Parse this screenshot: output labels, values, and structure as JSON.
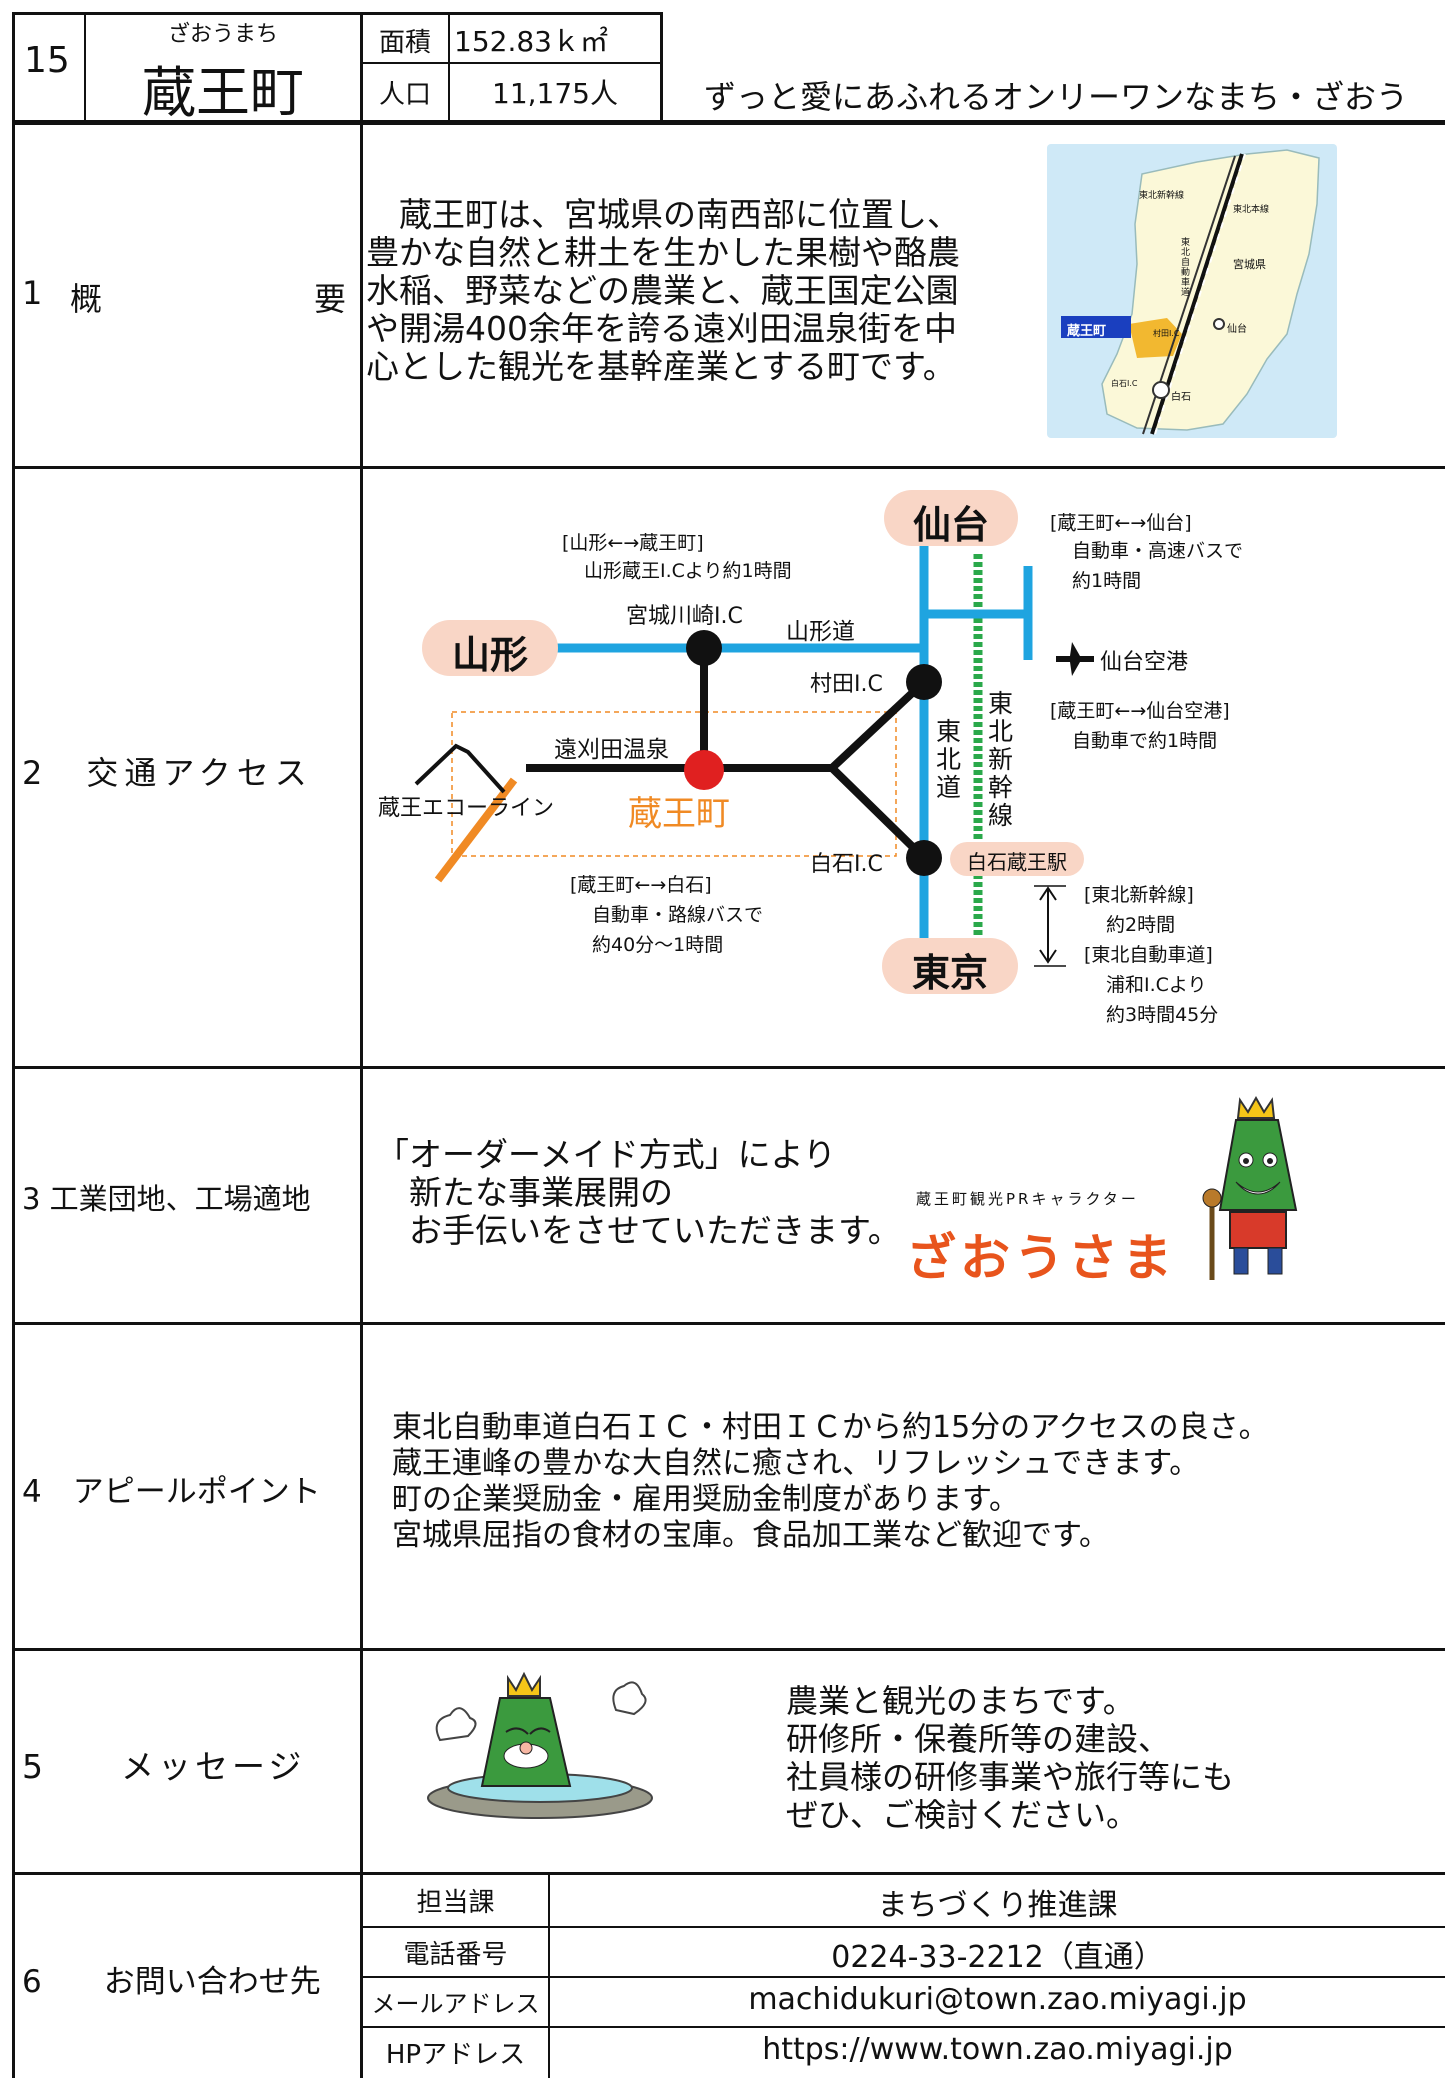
{
  "header": {
    "number": "15",
    "town_furigana": "ざおうまち",
    "town_name": "蔵王町",
    "area_label": "面積",
    "area_value": "152.83ｋ㎡",
    "population_label": "人口",
    "population_value": "11,175人",
    "slogan": "ずっと愛にあふれるオンリーワンなまち・ざおう"
  },
  "overview": {
    "label_num": "1",
    "label_a": "概",
    "label_b": "要",
    "lines": [
      "　蔵王町は、宮城県の南西部に位置し、",
      "豊かな自然と耕土を生かした果樹や酪農",
      "水稲、野菜などの農業と、蔵王国定公園",
      "や開湯400余年を誇る遠刈田温泉街を中",
      "心とした観光を基幹産業とする町です。"
    ],
    "map": {
      "shinkansen": "東北新幹線",
      "honsen": "東北本線",
      "expressway": "東北自動車道",
      "prefecture": "宮城県",
      "town": "蔵王町",
      "murata_ic": "村田I.C",
      "sendai": "仙台",
      "shiroishi_ic": "白石I.C",
      "shiroishi": "白石"
    }
  },
  "access": {
    "label": "2　交通アクセス",
    "sendai": "仙台",
    "yamagata": "山形",
    "tokyo": "東京",
    "zao_town": "蔵王町",
    "togatta": "遠刈田温泉",
    "miyagi_kawasaki_ic": "宮城川崎I.C",
    "yamagata_road": "山形道",
    "murata_ic": "村田I.C",
    "shiroishi_ic": "白石I.C",
    "shiroishi_zao_station": "白石蔵王駅",
    "echo_line": "蔵王エコーライン",
    "tohoku_road": "東北道",
    "tohoku_shinkansen": "東北新幹線",
    "sendai_airport": "仙台空港",
    "yamagata_note_1": "[山形←→蔵王町]",
    "yamagata_note_2": "山形蔵王I.Cより約1時間",
    "sendai_note_1": "[蔵王町←→仙台]",
    "sendai_note_2": "自動車・高速バスで",
    "sendai_note_3": "約1時間",
    "airport_note_1": "[蔵王町←→仙台空港]",
    "airport_note_2": "自動車で約1時間",
    "shiroishi_note_1": "[蔵王町←→白石]",
    "shiroishi_note_2": "自動車・路線バスで",
    "shiroishi_note_3": "約40分～1時間",
    "tokyo_note_1": "[東北新幹線]",
    "tokyo_note_2": "約2時間",
    "tokyo_note_3": "[東北自動車道]",
    "tokyo_note_4": "浦和I.Cより",
    "tokyo_note_5": "約3時間45分"
  },
  "industrial": {
    "label": "3 工業団地、工場適地",
    "lines": [
      "「オーダーメイド方式」により",
      "　新たな事業展開の",
      "　お手伝いをさせていただきます。"
    ],
    "character_caption": "蔵王町観光PRキャラクター",
    "character_name": "ざおうさま"
  },
  "appeal": {
    "label": "4　アピールポイント",
    "lines": [
      "東北自動車道白石ＩＣ・村田ＩＣから約15分のアクセスの良さ。",
      "蔵王連峰の豊かな大自然に癒され、リフレッシュできます。",
      "町の企業奨励金・雇用奨励金制度があります。",
      "宮城県屈指の食材の宝庫。食品加工業など歓迎です。"
    ]
  },
  "message": {
    "label": "5　　メッセージ",
    "lines": [
      "農業と観光のまちです。",
      "研修所・保養所等の建設、",
      "社員様の研修事業や旅行等にも",
      "ぜひ、ご検討ください。"
    ]
  },
  "contact": {
    "label": "6　　お問い合わせ先",
    "rows": [
      {
        "key": "担当課",
        "value": "まちづくり推進課"
      },
      {
        "key": "電話番号",
        "value": "0224-33-2212（直通）"
      },
      {
        "key": "メールアドレス",
        "value": "machidukuri@town.zao.miyagi.jp"
      },
      {
        "key": "HPアドレス",
        "value": "https://www.town.zao.miyagi.jp"
      }
    ]
  },
  "colors": {
    "road_blue": "#1fa4e0",
    "rail_green": "#2aa84a",
    "city_bubble": "#f9d6c6",
    "zao_red": "#e02020",
    "orange": "#f08a24",
    "char_green": "#3b9a3e"
  }
}
